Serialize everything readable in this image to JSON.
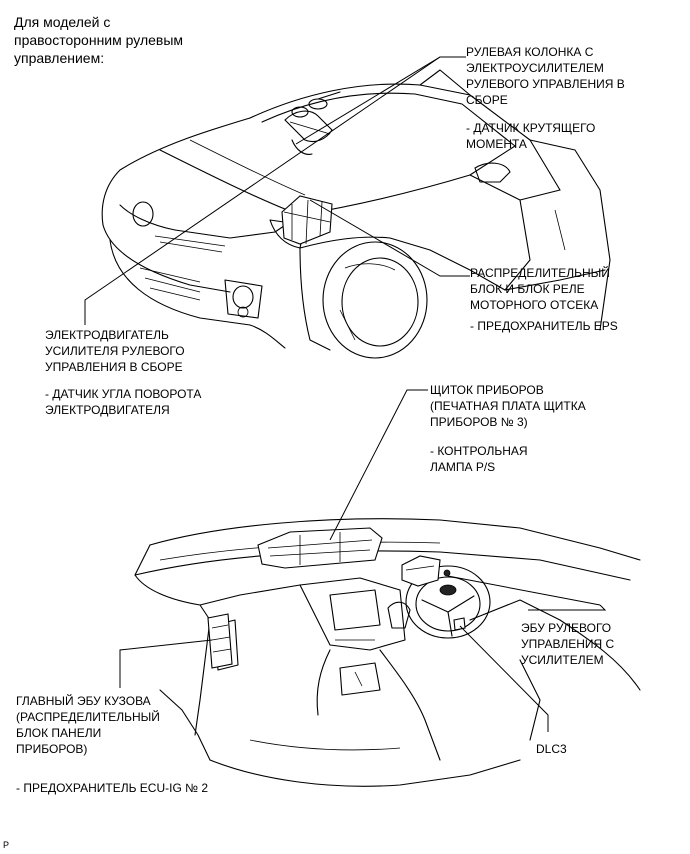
{
  "header": {
    "note": "Для моделей с\nправосторонним рулевым\nуправлением:"
  },
  "labels": {
    "steering_column": "РУЛЕВАЯ КОЛОНКА С\nЭЛЕКТРОУСИЛИТЕЛЕМ\nРУЛЕВОГО УПРАВЛЕНИЯ В\nСБОРЕ",
    "steering_column_sub": "- ДАТЧИК КРУТЯЩЕГО\nМОМЕНТА",
    "relay_block": "РАСПРЕДЕЛИТЕЛЬНЫЙ\nБЛОК И БЛОК РЕЛЕ\nМОТОРНОГО ОТСЕКА",
    "relay_block_sub": "- ПРЕДОХРАНИТЕЛЬ EPS",
    "motor": "ЭЛЕКТРОДВИГАТЕЛЬ\nУСИЛИТЕЛЯ РУЛЕВОГО\nУПРАВЛЕНИЯ В СБОРЕ",
    "motor_sub": "- ДАТЧИК УГЛА ПОВОРОТА\n  ЭЛЕКТРОДВИГАТЕЛЯ",
    "cluster": "ЩИТОК ПРИБОРОВ\n(ПЕЧАТНАЯ ПЛАТА ЩИТКА\nПРИБОРОВ № 3)",
    "cluster_sub": "- КОНТРОЛЬНАЯ\nЛАМПА P/S",
    "eps_ecu": "ЭБУ РУЛЕВОГО\nУПРАВЛЕНИЯ С\nУСИЛИТЕЛЕМ",
    "body_ecu": "ГЛАВНЫЙ ЭБУ КУЗОВА\n(РАСПРЕДЕЛИТЕЛЬНЫЙ\nБЛОК ПАНЕЛИ\nПРИБОРОВ)",
    "body_ecu_sub": "- ПРЕДОХРАНИТЕЛЬ ECU-IG № 2",
    "dlc": "DLC3"
  },
  "footer": {
    "code": "P"
  }
}
